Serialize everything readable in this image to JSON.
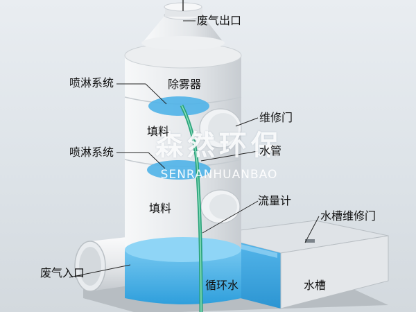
{
  "labels": {
    "exhaust_outlet": "废气出口",
    "spray_system_upper": "喷淋系统",
    "demister": "除雾器",
    "maintenance_door": "维修门",
    "packing_upper": "填料",
    "spray_system_lower": "喷淋系统",
    "water_pipe": "水管",
    "packing_lower": "填料",
    "flow_meter": "流量计",
    "tank_maintenance_door": "水槽维修门",
    "exhaust_inlet": "废气入口",
    "circulating_water": "循环水",
    "water_tank": "水槽"
  },
  "watermark": {
    "cn": "森然环保",
    "en": "SENRANHUANBAO"
  },
  "colors": {
    "tower": "#eef0f2",
    "water": "#4fb3e8",
    "pipe_green": "#2aa37a",
    "base": "#a9b0b6"
  }
}
